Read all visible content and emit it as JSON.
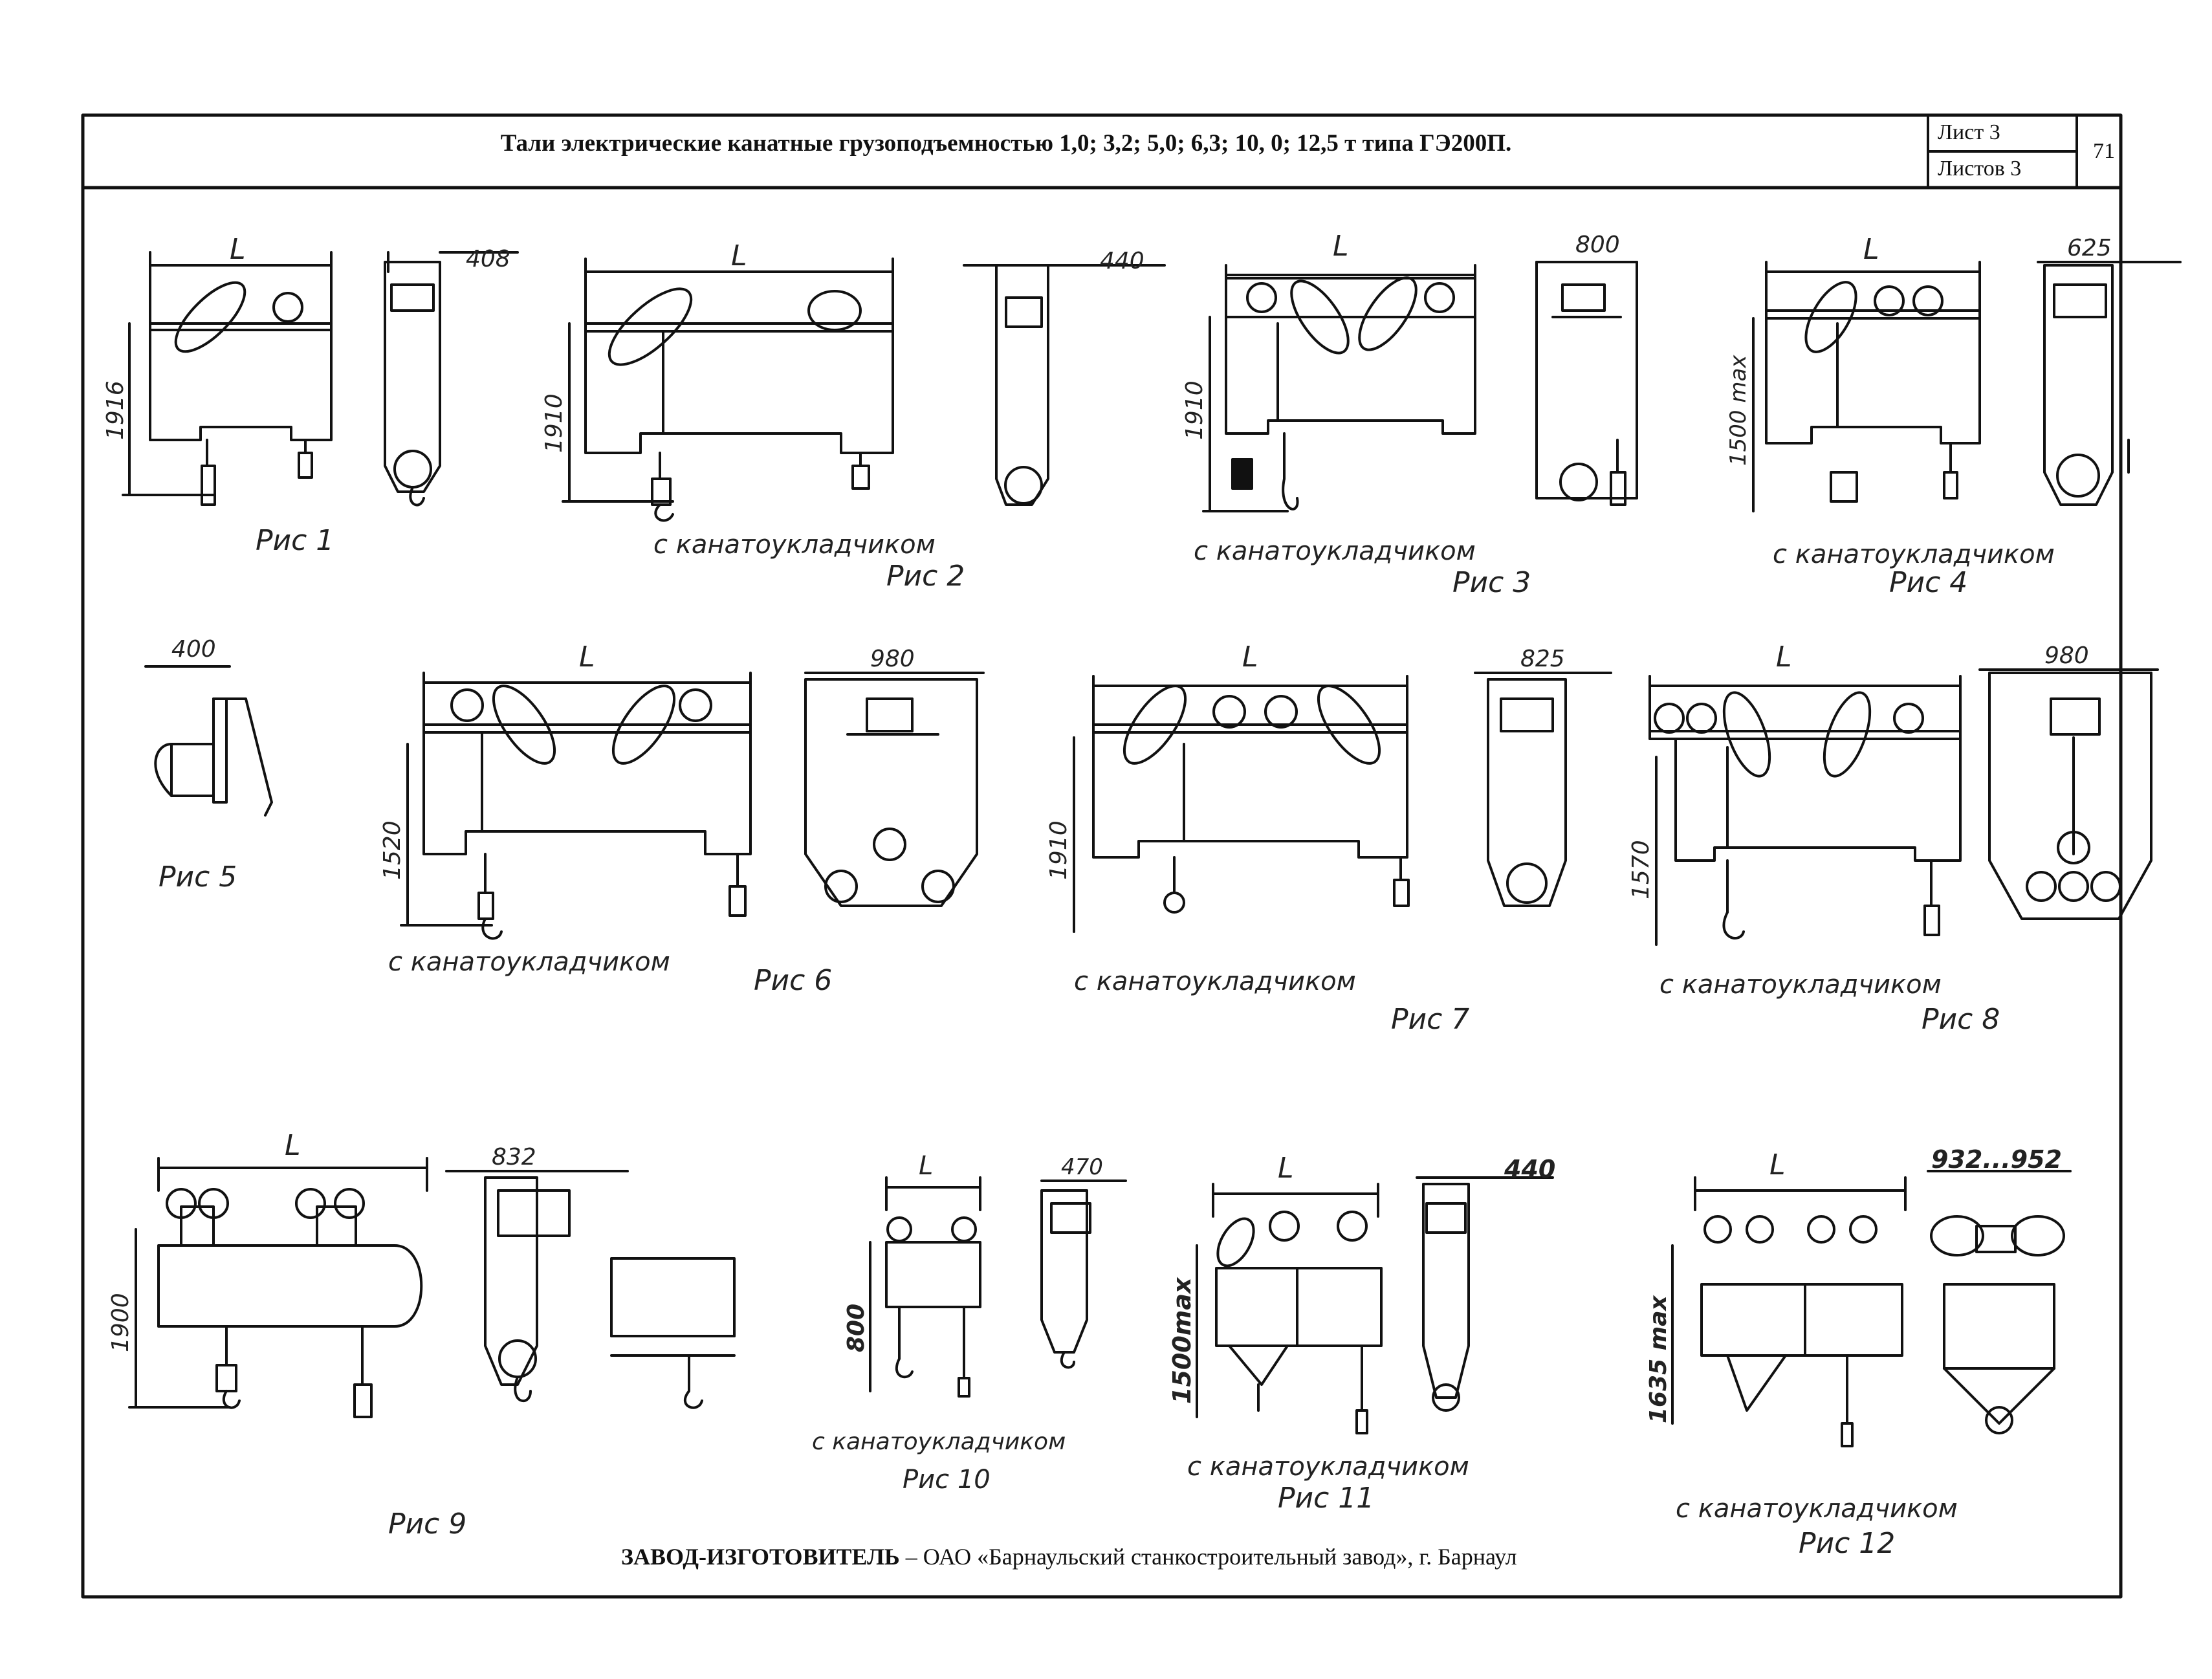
{
  "header": {
    "title": "Тали электрические канатные грузоподъемностью 1,0; 3,2; 5,0; 6,3; 10, 0; 12,5 т типа  ГЭ200П.",
    "sheet_label": "Лист  3",
    "sheets_label": "Листов 3",
    "page_number": "71"
  },
  "figures": [
    {
      "caption": "Рис 1",
      "note": "",
      "dim_L": "L",
      "dim_h": "1916",
      "dim_w": "408"
    },
    {
      "caption": "Рис 2",
      "note": "с канатоукладчиком",
      "dim_L": "L",
      "dim_h": "1910",
      "dim_w": "440"
    },
    {
      "caption": "Рис 3",
      "note": "с канатоукладчиком",
      "dim_L": "L",
      "dim_h": "1910",
      "dim_w": "800"
    },
    {
      "caption": "Рис 4",
      "note": "с канатоукладчиком",
      "dim_L": "L",
      "dim_h": "1500 max",
      "dim_w": "625"
    },
    {
      "caption": "Рис 5",
      "note": "",
      "dim_w": "400"
    },
    {
      "caption": "Рис 6",
      "note": "с канатоукладчиком",
      "dim_L": "L",
      "dim_h": "1520",
      "dim_w": "980"
    },
    {
      "caption": "Рис 7",
      "note": "с канатоукладчиком",
      "dim_L": "L",
      "dim_h": "1910",
      "dim_w": "825"
    },
    {
      "caption": "Рис 8",
      "note": "с канатоукладчиком",
      "dim_L": "L",
      "dim_h": "1570",
      "dim_w": "980"
    },
    {
      "caption": "Рис 9",
      "note": "",
      "dim_L": "L",
      "dim_h": "1900",
      "dim_w": "832"
    },
    {
      "caption": "Рис 10",
      "note": "с канатоукладчиком",
      "dim_L": "L",
      "dim_h": "800",
      "dim_w": "470"
    },
    {
      "caption": "Рис 11",
      "note": "с канатоукладчиком",
      "dim_L": "L",
      "dim_h": "1500max",
      "dim_w": "440"
    },
    {
      "caption": "Рис 12",
      "note": "с канатоукладчиком",
      "dim_L": "L",
      "dim_h": "1635 max",
      "dim_w": "932...952"
    }
  ],
  "footer": {
    "label": "ЗАВОД-ИЗГОТОВИТЕЛЬ",
    "text": " – ОАО «Барнаульский станкостроительный завод», г. Барнаул"
  }
}
